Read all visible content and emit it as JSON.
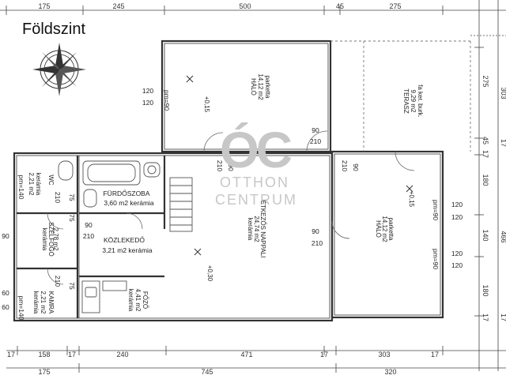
{
  "plan": {
    "title": "Földszint",
    "watermark": {
      "logo": "ÓC",
      "line1": "OTTHON",
      "line2": "CENTRUM"
    },
    "top_dims": {
      "a": "175",
      "b": "245",
      "c": "500",
      "d": "45",
      "e": "275"
    },
    "bottom_dims_row1": {
      "a": "17",
      "b": "158",
      "c": "17",
      "d": "240",
      "e": "471",
      "f": "17",
      "g": "303",
      "h": "17"
    },
    "bottom_dims_row2": {
      "a": "175",
      "b": "745",
      "c": "320"
    },
    "right_dims": {
      "a": "275",
      "b": "303",
      "c": "17",
      "d": "45",
      "e": "17",
      "f": "180",
      "g": "466",
      "h": "140",
      "i": "180",
      "j": "17",
      "k": "17"
    },
    "rooms": {
      "halo_top": {
        "name": "HÁLÓ",
        "area": "14,12 m2",
        "floor": "parketta",
        "level": "+0,15"
      },
      "terasz": {
        "name": "TERASZ",
        "area": "9,29 m2",
        "floor": "fa ker. burk."
      },
      "wc": {
        "name": "WC",
        "area": "2,21 m2",
        "floor": "kerámia"
      },
      "furdo": {
        "name": "FÜRDŐSZOBA",
        "area": "3,60 m2 kerámia"
      },
      "kozlekedo": {
        "name": "KÖZLEKEDŐ",
        "area": "3,21 m2 kerámia"
      },
      "szelfogo": {
        "name": "SZÉLFOGÓ",
        "area": "2,78 m2",
        "floor": "kerámia"
      },
      "kamra": {
        "name": "KAMRA",
        "area": "2,21 m2",
        "floor": "kerámia"
      },
      "fozo": {
        "name": "FŐZŐ",
        "area": "4,41 m2",
        "floor": "kerámia"
      },
      "etkezo": {
        "name": "ÉTKEZŐS NAPPALI",
        "area": "24,74 m2",
        "floor": "kerámia",
        "level": "+0,30"
      },
      "halo_right": {
        "name": "HÁLÓ",
        "area": "14,12 m2",
        "floor": "parketta",
        "level": "+0,15"
      }
    },
    "openings": {
      "o1": "120",
      "o2": "120",
      "pm90": "pm=90",
      "o3": "90",
      "o4": "210",
      "o5": "210",
      "o6": "90",
      "o7": "210",
      "o8": "90",
      "o9": "90",
      "o10": "210",
      "o11": "75",
      "o12": "210",
      "o13": "90",
      "o14": "210",
      "o15": "75",
      "o16": "210",
      "o17": "75",
      "r120a": "120",
      "r120b": "120",
      "r120c": "120",
      "r120d": "120",
      "pm90b": "pm=90",
      "pm90c": "pm=90",
      "pm140a": "pm=140",
      "pm140b": "pm=140",
      "l60a": "60",
      "l60b": "60",
      "l90": "90"
    }
  }
}
